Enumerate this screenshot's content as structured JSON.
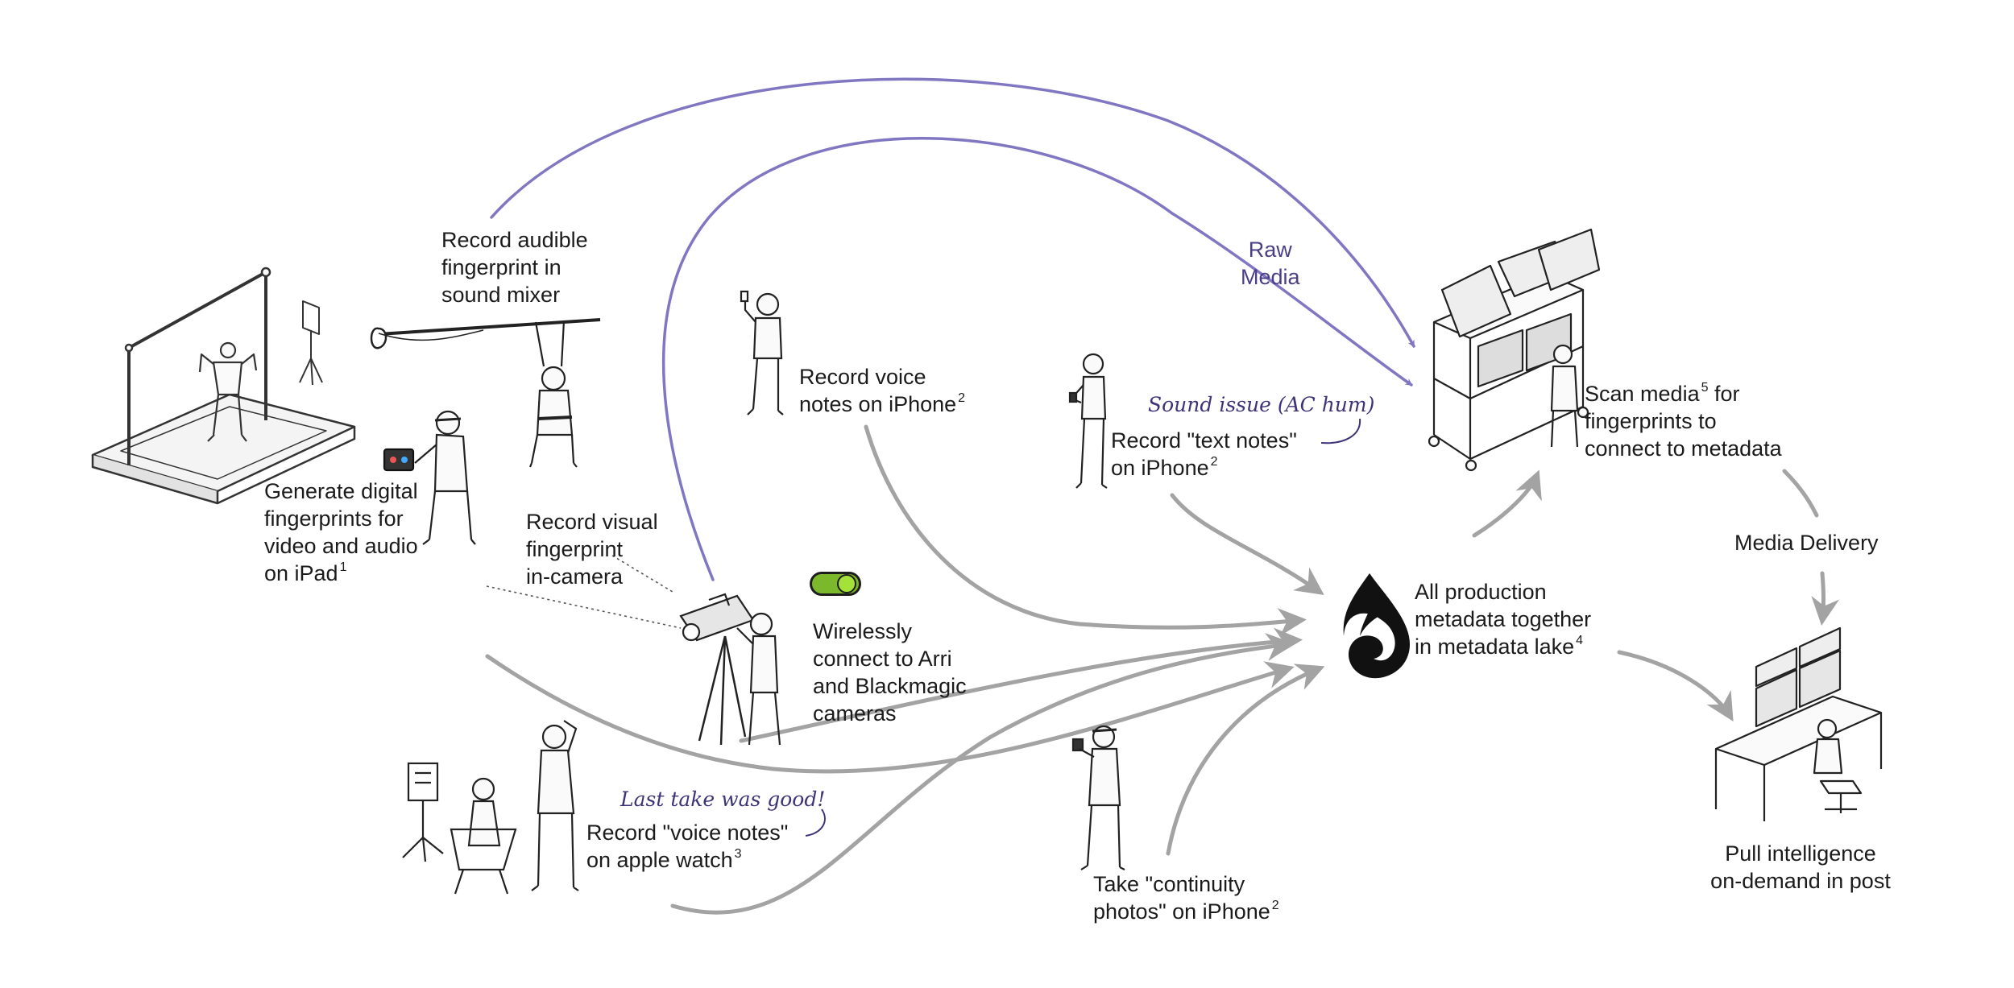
{
  "colors": {
    "purple_flow": "#6a5fb8",
    "gray_flow": "#8d8d8d",
    "ink": "#1b1b1b",
    "note_ink": "#3d3478",
    "toggle_green": "#8ccc2e"
  },
  "labels": {
    "sound_mixer": {
      "lines": [
        "Record audible",
        "fingerprint in",
        "sound mixer"
      ]
    },
    "ipad": {
      "lines": [
        "Generate digital",
        "fingerprints for",
        "video and audio",
        "on iPad"
      ],
      "footnote": "1"
    },
    "in_camera": {
      "lines": [
        "Record visual",
        "fingerprint",
        "in-camera"
      ]
    },
    "voice_iphone": {
      "lines": [
        "Record voice",
        "notes on iPhone"
      ],
      "footnote": "2"
    },
    "wireless": {
      "lines": [
        "Wirelessly",
        "connect to Arri",
        "and Blackmagic",
        "cameras"
      ]
    },
    "text_notes": {
      "lines": [
        "Record \"text notes\"",
        "on iPhone"
      ],
      "footnote": "2"
    },
    "raw_media": {
      "lines": [
        "Raw",
        "Media"
      ]
    },
    "scan_media": {
      "line1_pre": "Scan media",
      "line1_post": " for",
      "footnote": "5",
      "lines_rest": [
        "fingerprints to",
        "connect to metadata"
      ]
    },
    "metadata_lake": {
      "lines": [
        "All production",
        "metadata together",
        "in metadata lake"
      ],
      "footnote": "4"
    },
    "media_delivery": {
      "lines": [
        "Media Delivery"
      ]
    },
    "watch": {
      "lines": [
        "Record \"voice notes\"",
        "on apple watch"
      ],
      "footnote": "3"
    },
    "continuity": {
      "lines": [
        "Take \"continuity",
        "photos\" on iPhone"
      ],
      "footnote": "2"
    },
    "pull_intel": {
      "lines": [
        "Pull intelligence",
        "on-demand in post"
      ]
    }
  },
  "notes": {
    "sound_issue": "Sound issue (AC hum)",
    "last_take": "Last take was good!"
  },
  "icons": [
    "set-stage-illustration",
    "boom-operator-illustration",
    "ipad-operator-illustration",
    "camera-operator-illustration",
    "iphone-voice-person-illustration",
    "text-notes-person-illustration",
    "watch-people-illustration",
    "continuity-photographer-illustration",
    "dit-cart-illustration",
    "editor-desk-illustration",
    "metadata-lake-flame-icon",
    "wireless-toggle-icon"
  ]
}
